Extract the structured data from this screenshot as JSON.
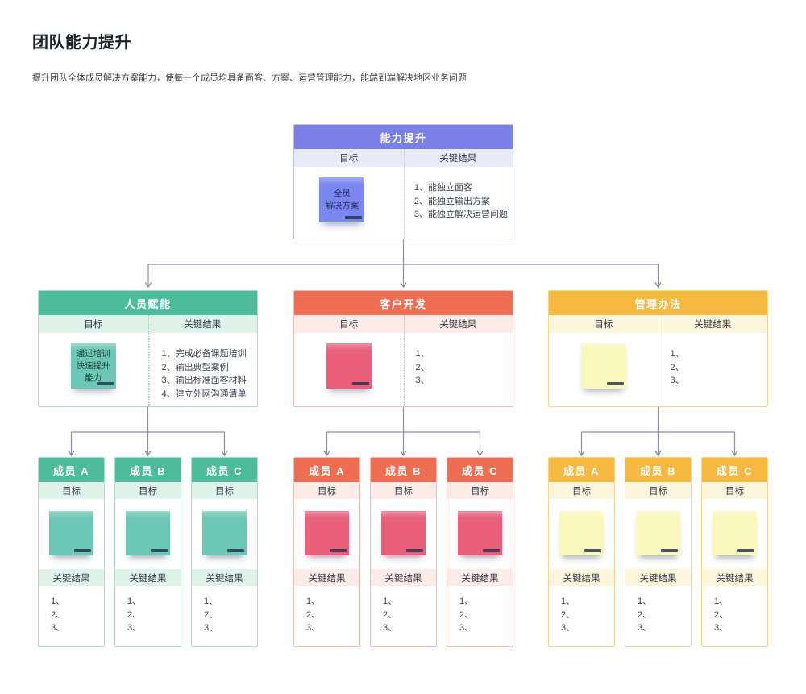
{
  "page": {
    "title": "团队能力提升",
    "subtitle": "提升团队全体成员解决方案能力，使每一个成员均具备面客、方案、运营管理能力，能端到端解决地区业务问题"
  },
  "labels": {
    "objective": "目标",
    "key_results": "关键结果"
  },
  "root": {
    "title": "能力提升",
    "sticky_text": "全员\n解决方案",
    "key_results": [
      "1、能独立面客",
      "2、能独立输出方案",
      "3、能独立解决运营问题"
    ]
  },
  "groups": [
    {
      "title": "人员赋能",
      "sticky_text": "通过培训\n快速提升\n能力",
      "key_results": [
        "1、完成必备课题培训",
        "2、输出典型案例",
        "3、输出标准面客材料",
        "4、建立外网沟通清单"
      ],
      "members": [
        {
          "title": "成员 A",
          "sticky_text": "",
          "key_results": [
            "1、",
            "2、",
            "3、"
          ]
        },
        {
          "title": "成员 B",
          "sticky_text": "",
          "key_results": [
            "1、",
            "2、",
            "3、"
          ]
        },
        {
          "title": "成员 C",
          "sticky_text": "",
          "key_results": [
            "1、",
            "2、",
            "3、"
          ]
        }
      ]
    },
    {
      "title": "客户开发",
      "sticky_text": "",
      "key_results": [
        "1、",
        "2、",
        "3、"
      ],
      "members": [
        {
          "title": "成员 A",
          "sticky_text": "",
          "key_results": [
            "1、",
            "2、",
            "3、"
          ]
        },
        {
          "title": "成员 B",
          "sticky_text": "",
          "key_results": [
            "1、",
            "2、",
            "3、"
          ]
        },
        {
          "title": "成员 C",
          "sticky_text": "",
          "key_results": [
            "1、",
            "2、",
            "3、"
          ]
        }
      ]
    },
    {
      "title": "管理办法",
      "sticky_text": "",
      "key_results": [
        "1、",
        "2、",
        "3、"
      ],
      "members": [
        {
          "title": "成员 A",
          "sticky_text": "",
          "key_results": [
            "1、",
            "2、",
            "3、"
          ]
        },
        {
          "title": "成员 B",
          "sticky_text": "",
          "key_results": [
            "1、",
            "2、",
            "3、"
          ]
        },
        {
          "title": "成员 C",
          "sticky_text": "",
          "key_results": [
            "1、",
            "2、",
            "3、"
          ]
        }
      ]
    }
  ],
  "colors": {
    "root_header": "#7a80e6",
    "root_sticky": "#7b87f0",
    "group1_header": "#4cbc9b",
    "group1_sticky": "#6cc8b6",
    "group2_header": "#ee6d53",
    "group2_sticky": "#e8607a",
    "group3_header": "#f6b942",
    "group3_sticky": "#faf7bc",
    "connector": "#8a90a0"
  }
}
